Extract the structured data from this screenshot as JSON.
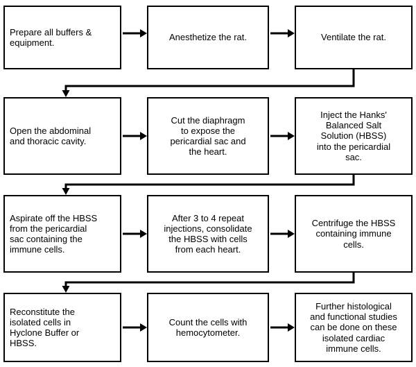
{
  "flowchart": {
    "colors": {
      "box_border": "#000000",
      "box_fill": "#ffffff",
      "text": "#000000",
      "connector": "#000000",
      "background": "#ffffff"
    },
    "steps": [
      {
        "id": "prepare-buffers",
        "label": "Prepare all buffers &\nequipment."
      },
      {
        "id": "anesthetize-rat",
        "label": "Anesthetize the rat."
      },
      {
        "id": "ventilate-rat",
        "label": "Ventilate the rat."
      },
      {
        "id": "open-cavity",
        "label": "Open the abdominal\nand thoracic cavity."
      },
      {
        "id": "cut-diaphragm",
        "label": "Cut the diaphragm\nto expose the\npericardial sac and\nthe heart."
      },
      {
        "id": "inject-hbss",
        "label": "Inject the Hanks'\nBalanced Salt\nSolution (HBSS)\ninto the pericardial\nsac."
      },
      {
        "id": "aspirate-hbss",
        "label": "Aspirate off the HBSS\nfrom the pericardial\nsac containing the\nimmune cells."
      },
      {
        "id": "consolidate-hbss",
        "label": "After 3 to 4 repeat\ninjections, consolidate\nthe HBSS with cells\nfrom each heart."
      },
      {
        "id": "centrifuge-hbss",
        "label": "Centrifuge the HBSS\ncontaining immune\ncells."
      },
      {
        "id": "reconstitute-cells",
        "label": "Reconstitute the\nisolated cells in\nHyclone Buffer or\nHBSS."
      },
      {
        "id": "count-cells",
        "label": "Count the cells with\nhemocytometer."
      },
      {
        "id": "further-studies",
        "label": "Further histological\nand functional studies\ncan be done on these\nisolated cardiac\nimmune cells."
      }
    ]
  }
}
